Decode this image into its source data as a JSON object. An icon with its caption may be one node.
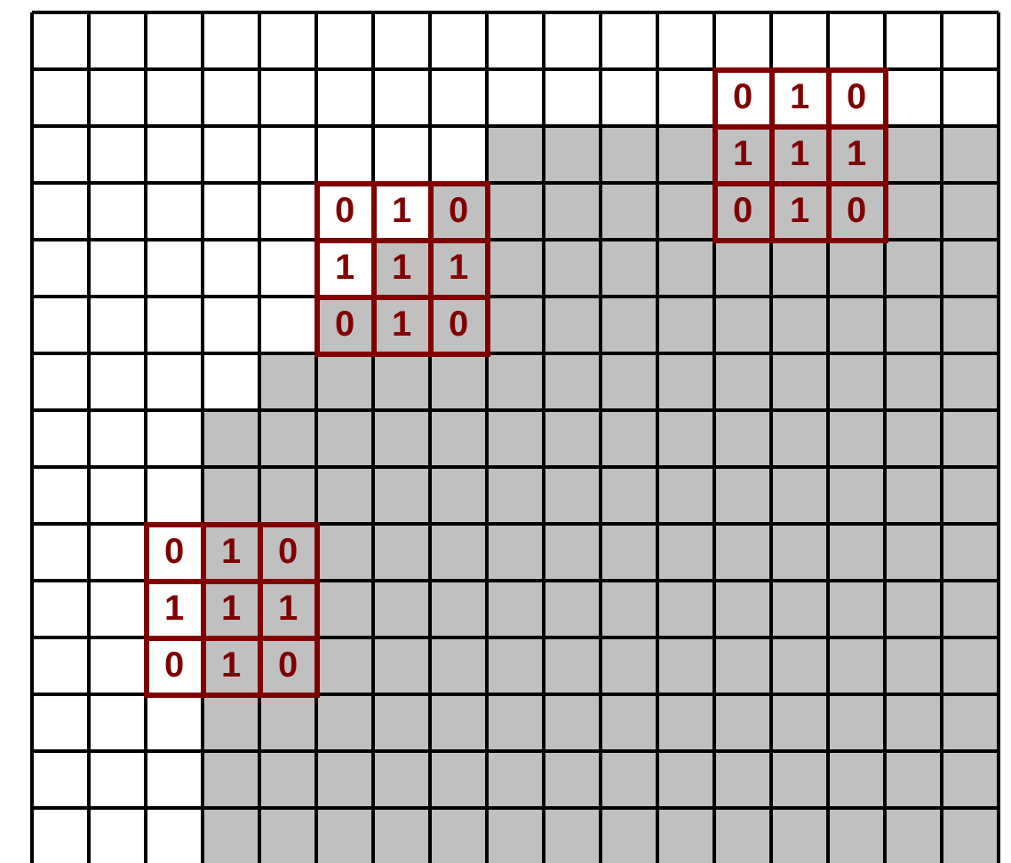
{
  "diagram": {
    "nodes": [
      {
        "text": [
          "0",
          "1",
          "0",
          "1",
          "1",
          "1",
          "0",
          "1",
          "0"
        ]
      },
      {
        "text": [
          "0",
          "1",
          "0",
          "1",
          "1",
          "1",
          "0",
          "1",
          "0"
        ]
      },
      {
        "text": [
          "0",
          "1",
          "0",
          "1",
          "1",
          "1",
          "0",
          "1",
          "0"
        ]
      }
    ]
  }
}
